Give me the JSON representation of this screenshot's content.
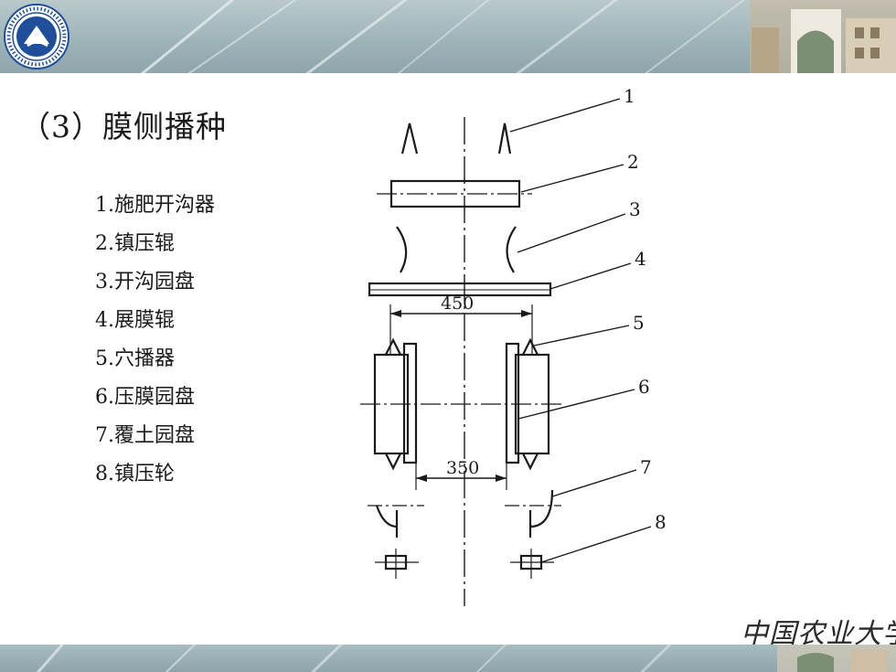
{
  "slide": {
    "title": "（3）膜侧播种",
    "legend": [
      "1.施肥开沟器",
      "2.镇压辊",
      "3.开沟园盘",
      "4.展膜辊",
      "5.穴播器",
      "6.压膜园盘",
      "7.覆土园盘",
      "8.镇压轮"
    ],
    "footer_logo_text": "中国农业大学"
  },
  "diagram": {
    "part_numbers": [
      "1",
      "2",
      "3",
      "4",
      "5",
      "6",
      "7",
      "8"
    ],
    "dimensions": [
      "450",
      "350"
    ]
  },
  "colors": {
    "band": "#9fb4b9",
    "line": "#1a1a1a",
    "logo_blue": "#1f4e9a"
  }
}
